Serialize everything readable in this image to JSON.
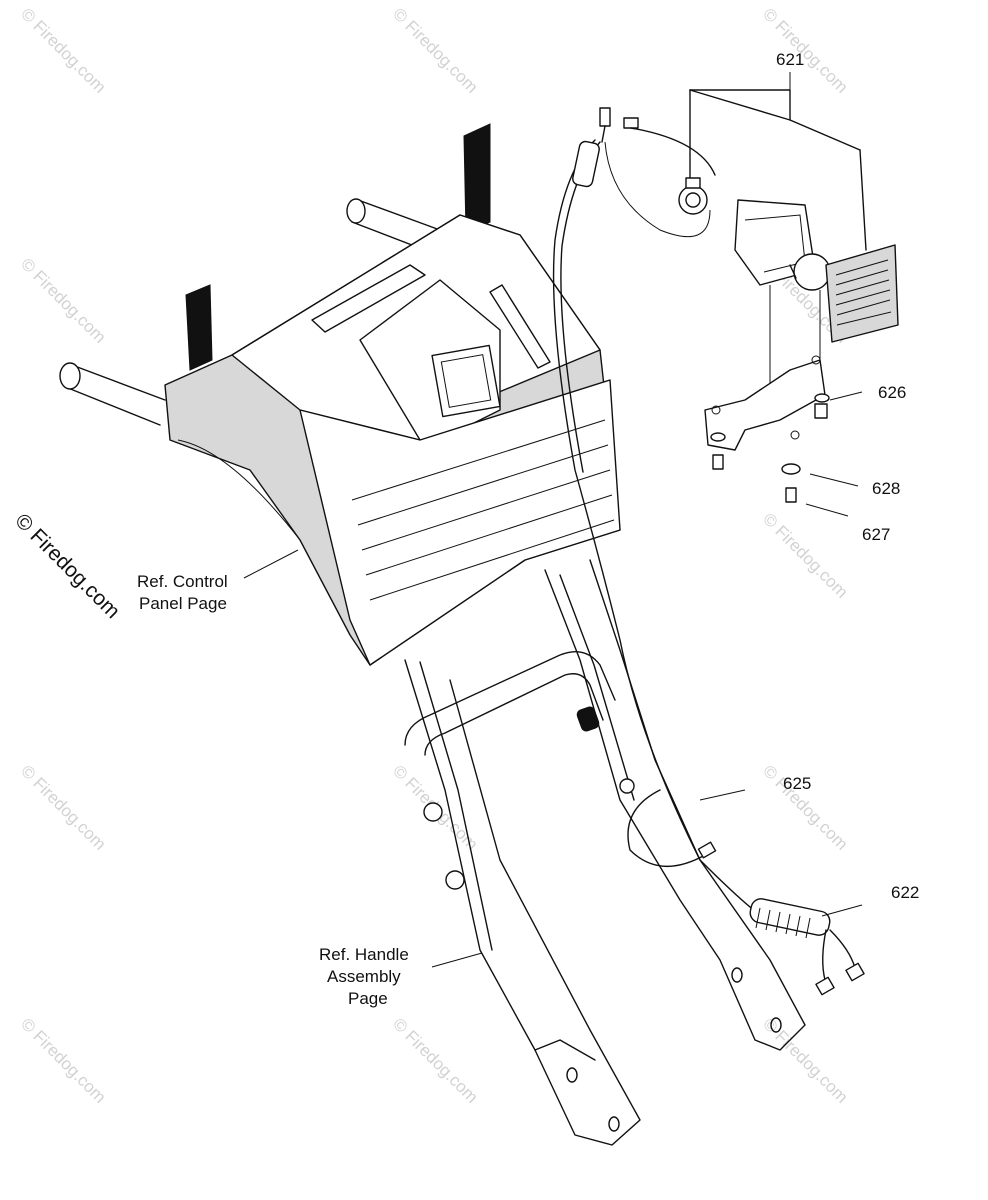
{
  "callouts": {
    "p621": "621",
    "p626": "626",
    "p628": "628",
    "p627": "627",
    "p625": "625",
    "p622": "622"
  },
  "references": {
    "control_line1": "Ref. Control",
    "control_line2": "Panel Page",
    "handle_line1": "Ref. Handle",
    "handle_line2": "Assembly",
    "handle_line3": "Page"
  },
  "watermark": {
    "text": "© Firedog.com"
  }
}
